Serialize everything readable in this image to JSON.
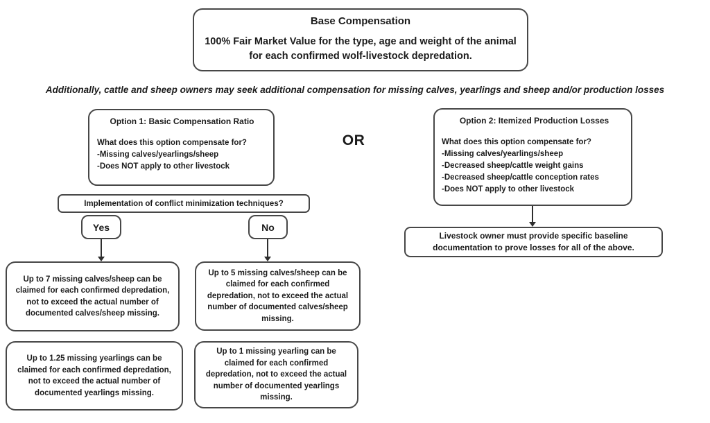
{
  "colors": {
    "background": "#ffffff",
    "box_border": "#474747",
    "text": "#1c1c1c",
    "arrow": "#2e2e2e"
  },
  "base_box": {
    "title": "Base Compensation",
    "body": "100% Fair Market Value for the type, age and weight of the animal for each confirmed wolf-livestock depredation."
  },
  "note": "Additionally, cattle and sheep owners may seek additional compensation for missing calves, yearlings and sheep and/or production losses",
  "or_label": "OR",
  "option1": {
    "title": "Option 1:  Basic Compensation Ratio",
    "question": "What does this option compensate for?",
    "bullets": [
      "-Missing calves/yearlings/sheep",
      "-Does NOT apply to other livestock"
    ]
  },
  "option2": {
    "title": "Option 2:  Itemized Production Losses",
    "question": "What does this option compensate for?",
    "bullets": [
      "-Missing calves/yearlings/sheep",
      "-Decreased sheep/cattle weight gains",
      "-Decreased sheep/cattle conception rates",
      "-Does NOT apply to other livestock"
    ]
  },
  "implementation": {
    "label": "Implementation of conflict minimization techniques?"
  },
  "yes_label": "Yes",
  "no_label": "No",
  "outcomes": {
    "yes_calves": "Up to 7 missing calves/sheep can be claimed for each confirmed depredation, not to exceed the actual number of documented calves/sheep missing.",
    "no_calves": "Up to 5 missing calves/sheep can be claimed for each confirmed depredation, not to exceed the actual number of documented calves/sheep missing.",
    "yes_yearlings": "Up to 1.25 missing yearlings can be claimed for each confirmed depredation, not to exceed the actual number of documented yearlings missing.",
    "no_yearlings": "Up to 1 missing yearling can be claimed for each confirmed depredation, not to exceed the actual number of documented yearlings missing."
  },
  "livestock_note": "Livestock owner must provide specific baseline documentation to prove losses for all of the above."
}
